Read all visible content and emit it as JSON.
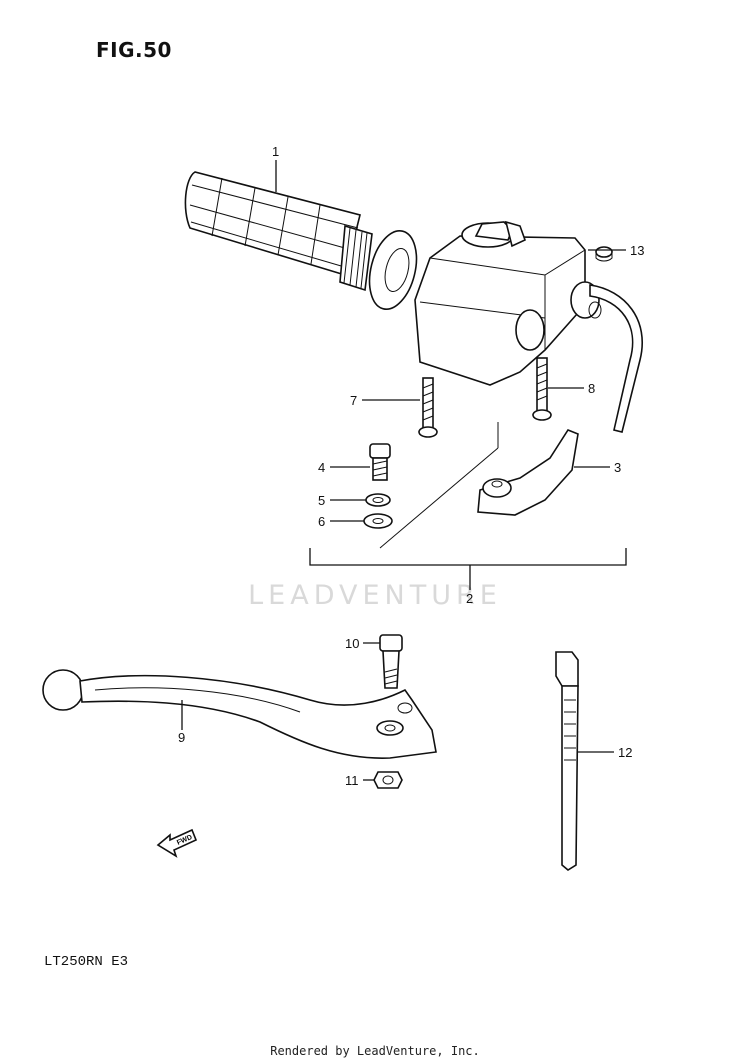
{
  "figure": {
    "title": "FIG.50",
    "model": "LT250RN E3",
    "footer": "Rendered by LeadVenture, Inc.",
    "watermark": "LEADVENTURE",
    "fwd_label": "FWD"
  },
  "callouts": {
    "c1": "1",
    "c2": "2",
    "c3": "3",
    "c4": "4",
    "c5": "5",
    "c6": "6",
    "c7": "7",
    "c8": "8",
    "c9": "9",
    "c10": "10",
    "c11": "11",
    "c12": "12",
    "c13": "13"
  }
}
